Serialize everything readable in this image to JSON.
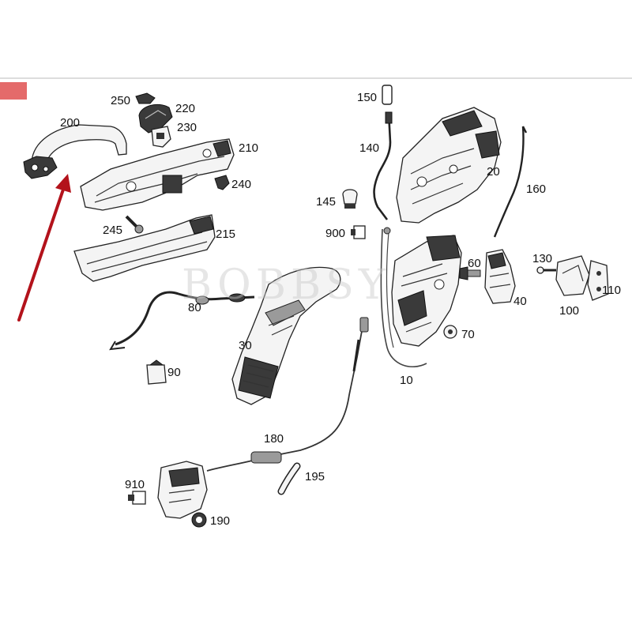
{
  "diagram": {
    "accent_red": "#e46a6a",
    "arrow_red": "#b3121b",
    "watermark": "BOBBSY",
    "parts": [
      {
        "id": "p250",
        "label": "250"
      },
      {
        "id": "p220",
        "label": "220"
      },
      {
        "id": "p230",
        "label": "230"
      },
      {
        "id": "p200",
        "label": "200"
      },
      {
        "id": "p210",
        "label": "210"
      },
      {
        "id": "p240",
        "label": "240"
      },
      {
        "id": "p245",
        "label": "245"
      },
      {
        "id": "p215",
        "label": "215"
      },
      {
        "id": "p150",
        "label": "150"
      },
      {
        "id": "p140",
        "label": "140"
      },
      {
        "id": "p145",
        "label": "145"
      },
      {
        "id": "p20",
        "label": "20"
      },
      {
        "id": "p160",
        "label": "160"
      },
      {
        "id": "p900",
        "label": "900"
      },
      {
        "id": "p60",
        "label": "60"
      },
      {
        "id": "p130",
        "label": "130"
      },
      {
        "id": "p40",
        "label": "40"
      },
      {
        "id": "p110",
        "label": "110"
      },
      {
        "id": "p100",
        "label": "100"
      },
      {
        "id": "p80",
        "label": "80"
      },
      {
        "id": "p70",
        "label": "70"
      },
      {
        "id": "p30",
        "label": "30"
      },
      {
        "id": "p90",
        "label": "90"
      },
      {
        "id": "p10",
        "label": "10"
      },
      {
        "id": "p180",
        "label": "180"
      },
      {
        "id": "p195",
        "label": "195"
      },
      {
        "id": "p910",
        "label": "910"
      },
      {
        "id": "p190",
        "label": "190"
      }
    ]
  }
}
